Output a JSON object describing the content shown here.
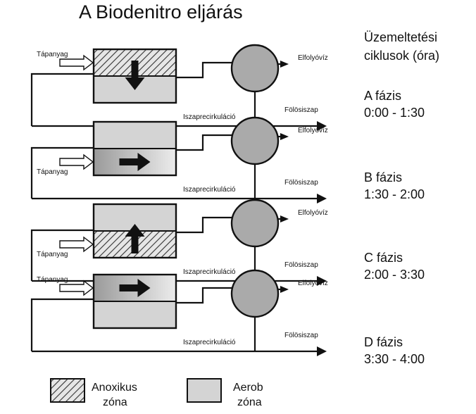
{
  "title": "A Biodenitro eljárás",
  "cycle_header": [
    "Üzemeltetési",
    "ciklusok (óra)"
  ],
  "phases": [
    {
      "name": "A fázis",
      "time": "0:00 - 1:30",
      "anoxic_pos": "top",
      "arrow": "down",
      "feed_to": "top"
    },
    {
      "name": "B fázis",
      "time": "1:30 - 2:00",
      "anoxic_pos": "none",
      "arrow": "right",
      "feed_to": "bottom"
    },
    {
      "name": "C fázis",
      "time": "2:00 - 3:30",
      "anoxic_pos": "bottom",
      "arrow": "up",
      "feed_to": "bottom"
    },
    {
      "name": "D fázis",
      "time": "3:30 - 4:00",
      "anoxic_pos": "none",
      "arrow": "right",
      "feed_to": "top"
    }
  ],
  "labels": {
    "feed": "Tápanyag",
    "effluent": "Elfolyóvíz",
    "recirculation": "Iszaprecirkuláció",
    "excess_sludge": "Fölösiszap"
  },
  "legend": {
    "anoxic": [
      "Anoxikus",
      "zóna"
    ],
    "aerobic": [
      "Aerob",
      "zóna"
    ]
  },
  "colors": {
    "line": "#111111",
    "tank_fill": "#d4d4d4",
    "hatch_bg": "#e6e6e6",
    "gradient_dark": "#9a9a9a",
    "gradient_light": "#ececec"
  }
}
